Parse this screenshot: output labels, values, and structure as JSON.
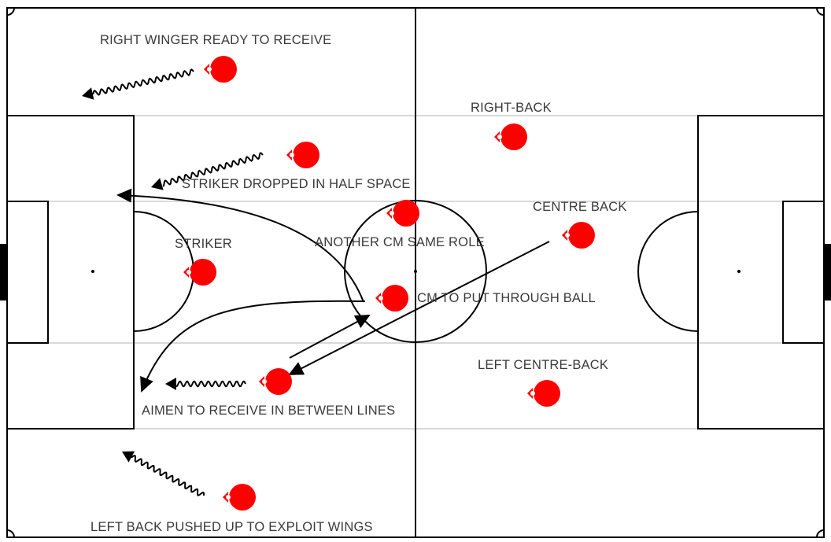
{
  "labels": {
    "right_winger": "RIGHT WINGER READY TO RECEIVE",
    "right_back": "RIGHT-BACK",
    "striker_dropped": "STRIKER DROPPED IN HALF SPACE",
    "centre_back": "CENTRE BACK",
    "striker": "STRIKER",
    "another_cm": "ANOTHER CM SAME ROLE",
    "cm_through_ball": "CM TO PUT THROUGH BALL",
    "left_centre_back": "LEFT CENTRE-BACK",
    "aimen": "AIMEN TO RECEIVE IN BETWEEN LINES",
    "left_back": "LEFT BACK PUSHED UP TO EXPLOIT WINGS"
  },
  "colors": {
    "player": "#ff0000",
    "lines": "#000000",
    "zone_lines": "#d9d9d9",
    "pitch": "#ffffff"
  },
  "players": [
    {
      "name": "player-right-winger"
    },
    {
      "name": "player-striker-dropped"
    },
    {
      "name": "player-right-back"
    },
    {
      "name": "player-another-cm"
    },
    {
      "name": "player-centre-back"
    },
    {
      "name": "player-striker"
    },
    {
      "name": "player-cm"
    },
    {
      "name": "player-aimen"
    },
    {
      "name": "player-left-centre-back"
    },
    {
      "name": "player-left-back"
    }
  ]
}
